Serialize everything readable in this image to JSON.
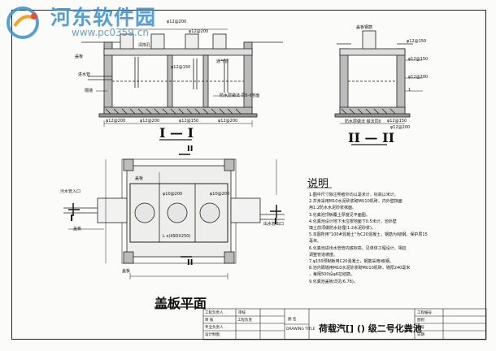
{
  "watermark": {
    "title": "河东软件园",
    "url": "www.pc0359.cn"
  },
  "sections": {
    "section_1": "I — I",
    "section_2": "II — II",
    "plan": "盖板平面",
    "plan_marker_1": "I",
    "plan_marker_2": "II"
  },
  "section1_labels": {
    "top_rebar": "φ12@200",
    "top_rebar_2": "φ12@200",
    "clean_hole": "清掏孔",
    "rebar_mid": "φ12@150",
    "inlet": "进水管",
    "vent": "通气管",
    "partition": "隔墙",
    "bottom_1": "φ12@200",
    "bottom_2": "φ12@200",
    "bottom_3": "φ12@150",
    "bottom_4": "φ12@200",
    "detail_note": "防水层做法 同II-II剖面",
    "side": "盖板"
  },
  "section2_labels": {
    "top": "盖板钢筋",
    "dim_1": "φ12@150",
    "dim_2": "φ12@150",
    "dim_3": "φ12@200",
    "note": "防水层做法 做法同II",
    "dim_4": "φ12@150",
    "dim_5": "1",
    "dim_6": "φ12@200"
  },
  "plan_labels": {
    "inlet_pipe": "污水管入口",
    "cover": "盖板",
    "dim_top": "φ10@200",
    "dim_mid": "L x(49DX250)",
    "dim_side": "φ10@200",
    "outlet": "出水管出口",
    "bottom_left": "盖板",
    "center": "盖板"
  },
  "notes": {
    "title": "说明",
    "items": [
      "1.图中尺寸除注明者外均以毫米计，标高以米计。",
      "2.井身采用M10水泥砂浆砌MU10机砖，内外壁抹面",
      "  用1:2防水水泥砂浆抹面。",
      "3.化粪池顶板覆土厚度见平面图。",
      "4.化粪池设计地下水位按地面下0.5米计，池外壁",
      "  填土前须做防水处理(1:2水泥砂浆)。",
      "5.本图所用\"100#混凝土\"为C20混凝土，钢筋为I级钢，保护层15",
      "  毫米。",
      "6.化粪池进出水管管内底标高，见单体工程设计，相应",
      "  调整管道坡度。",
      "7.φ150预制板用C20混凝土，钢筋采用I级钢。",
      "8.池内隔墙用M10水泥砂浆砌MU10机砖，墙厚240毫米",
      "  ，每隔500设φ6拉结筋。",
      "9.化粪池盖板详见(6.78)。"
    ]
  },
  "title_block": {
    "drawing_title": "荷载汽[] () 级二号化粪池",
    "row1_a": "工程负责人",
    "row1_b": "审核",
    "row2_a": "审 核",
    "row2_b": "工程负责",
    "row3_a": "专业负责人",
    "row4_a": "设计制图",
    "mid_a": "图 名",
    "mid_b": "DRAWING TITLE",
    "right_a": "工程编号",
    "right_b": "图别",
    "right_c": "图号",
    "right_d": "日期"
  }
}
